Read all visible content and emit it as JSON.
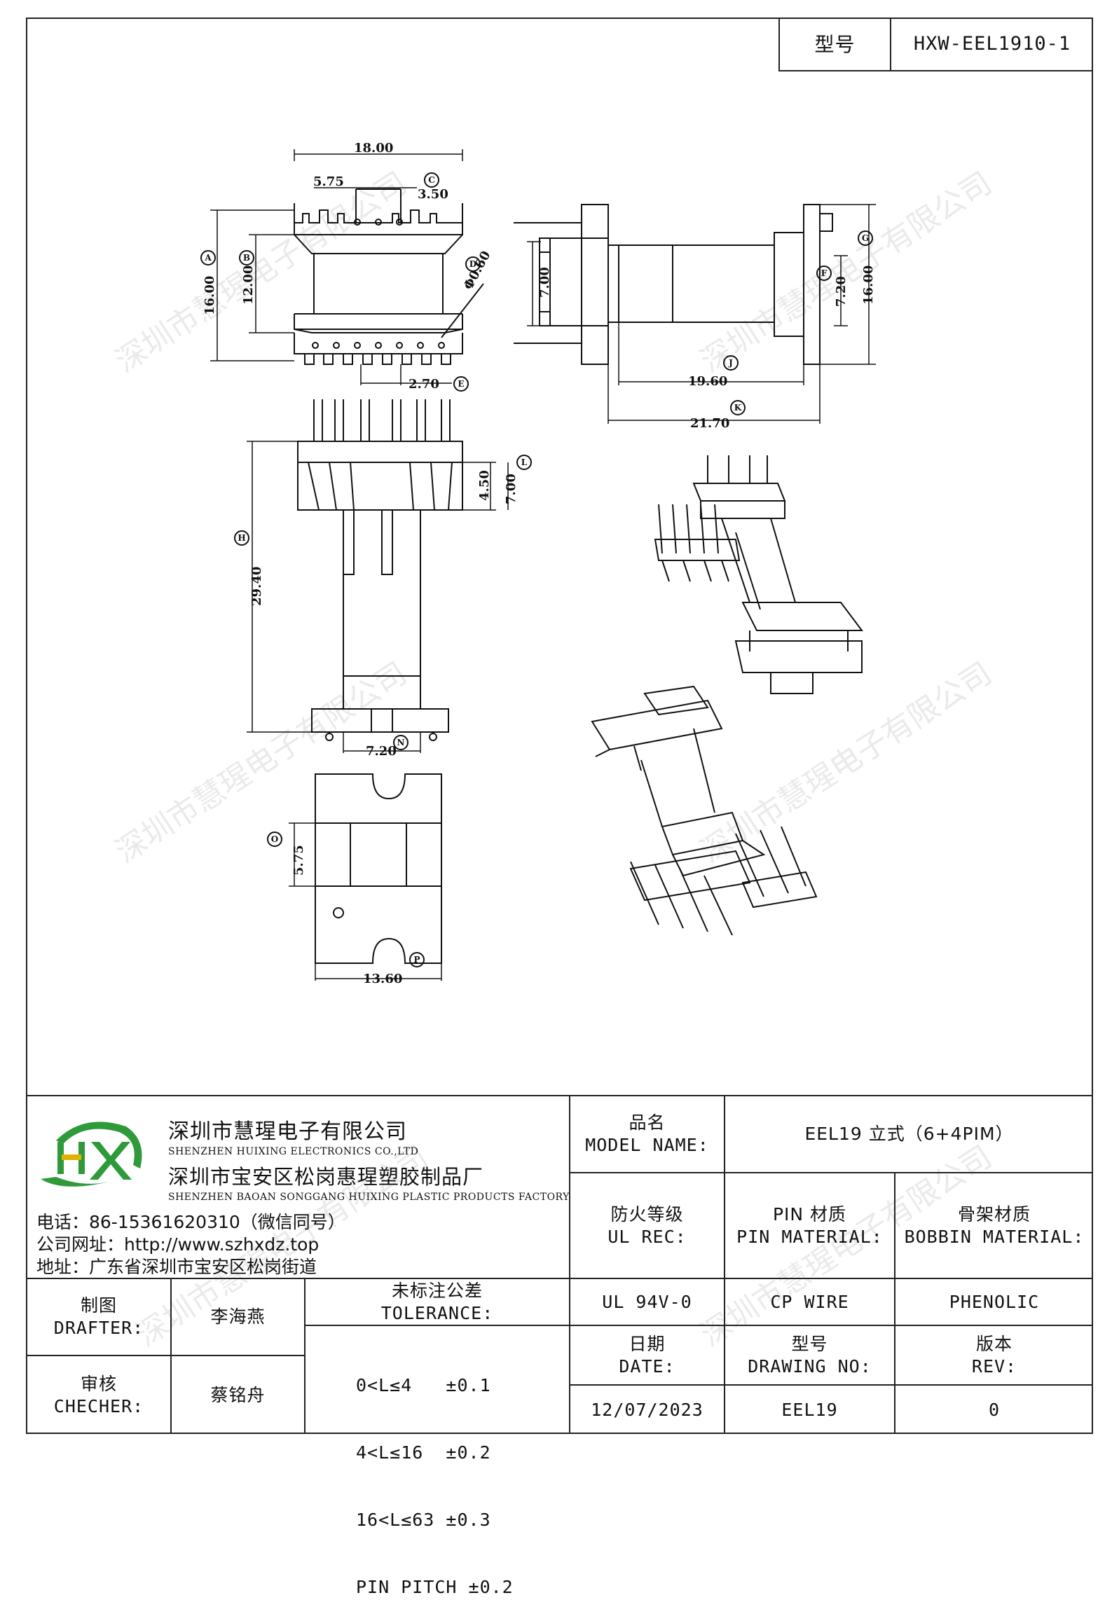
{
  "header": {
    "model_label": "型号",
    "model_value": "HXW-EEL1910-1"
  },
  "drawing": {
    "top_view": {
      "width": "18.00",
      "inner_span": "5.75",
      "slot": "3.50",
      "height_outer": "16.00",
      "height_inner": "12.00",
      "hole": "Φ0.60",
      "pitch": "2.70",
      "markers": {
        "a": "A",
        "b": "B",
        "c": "C",
        "d": "D",
        "e": "E"
      }
    },
    "side_view": {
      "pin_span": "7.00",
      "length_core": "19.60",
      "length_total": "21.70",
      "height_flange": "7.20",
      "height_total": "16.00",
      "markers": {
        "f": "F",
        "g": "G",
        "j": "J",
        "k": "K"
      }
    },
    "front_view": {
      "base_height": "4.50",
      "base_total": "7.00",
      "total_length": "29.40",
      "bottom_width": "7.20",
      "markers": {
        "l": "L",
        "h": "H",
        "n": "N"
      }
    },
    "bottom_view": {
      "window": "5.75",
      "width": "13.60",
      "markers": {
        "o": "O",
        "p": "P"
      }
    }
  },
  "watermark": "深圳市慧瑆电子有限公司",
  "company": {
    "logo": "HX",
    "name_cn": "深圳市慧瑆电子有限公司",
    "name_en": "SHENZHEN HUIXING ELECTRONICS CO.,LTD",
    "factory_cn": "深圳市宝安区松岗惠瑆塑胶制品厂",
    "factory_en": "SHENZHEN BAOAN SONGGANG HUIXING PLASTIC PRODUCTS FACTORY",
    "phone": "电话：86-15361620310（微信同号）",
    "website": "公司网址：http://www.szhxdz.top",
    "address": "地址：广东省深圳市宝安区松岗街道"
  },
  "titleblock": {
    "model_name_label": "品名",
    "model_name_label_en": "MODEL NAME:",
    "model_name_value": "EEL19 立式（6+4PIM）",
    "ul_label": "防火等级",
    "ul_label_en": "UL REC:",
    "pin_label": "PIN 材质",
    "pin_label_en": "PIN MATERIAL:",
    "bobbin_label": "骨架材质",
    "bobbin_label_en": "BOBBIN MATERIAL:",
    "ul_value": "UL 94V-0",
    "pin_value": "CP WIRE",
    "bobbin_value": "PHENOLIC",
    "drafter_label": "制图",
    "drafter_label_en": "DRAFTER:",
    "drafter_value": "李海燕",
    "checker_label": "审核",
    "checker_label_en": "CHECHER:",
    "checker_value": "蔡铭舟",
    "tolerance_label": "未标注公差",
    "tolerance_label_en": "TOLERANCE:",
    "tolerance": [
      "0<L≤4   ±0.1",
      "4<L≤16  ±0.2",
      "16<L≤63 ±0.3",
      "PIN PITCH ±0.2"
    ],
    "date_label": "日期",
    "date_label_en": "DATE:",
    "drawing_no_label": "型号",
    "drawing_no_label_en": "DRAWING NO:",
    "rev_label": "版本",
    "rev_label_en": "REV:",
    "date_value": "12/07/2023",
    "drawing_no_value": "EEL19",
    "rev_value": "0"
  },
  "colors": {
    "logo_green": "#2e9a3a",
    "logo_yellow": "#e0b100",
    "ink": "#111111"
  }
}
